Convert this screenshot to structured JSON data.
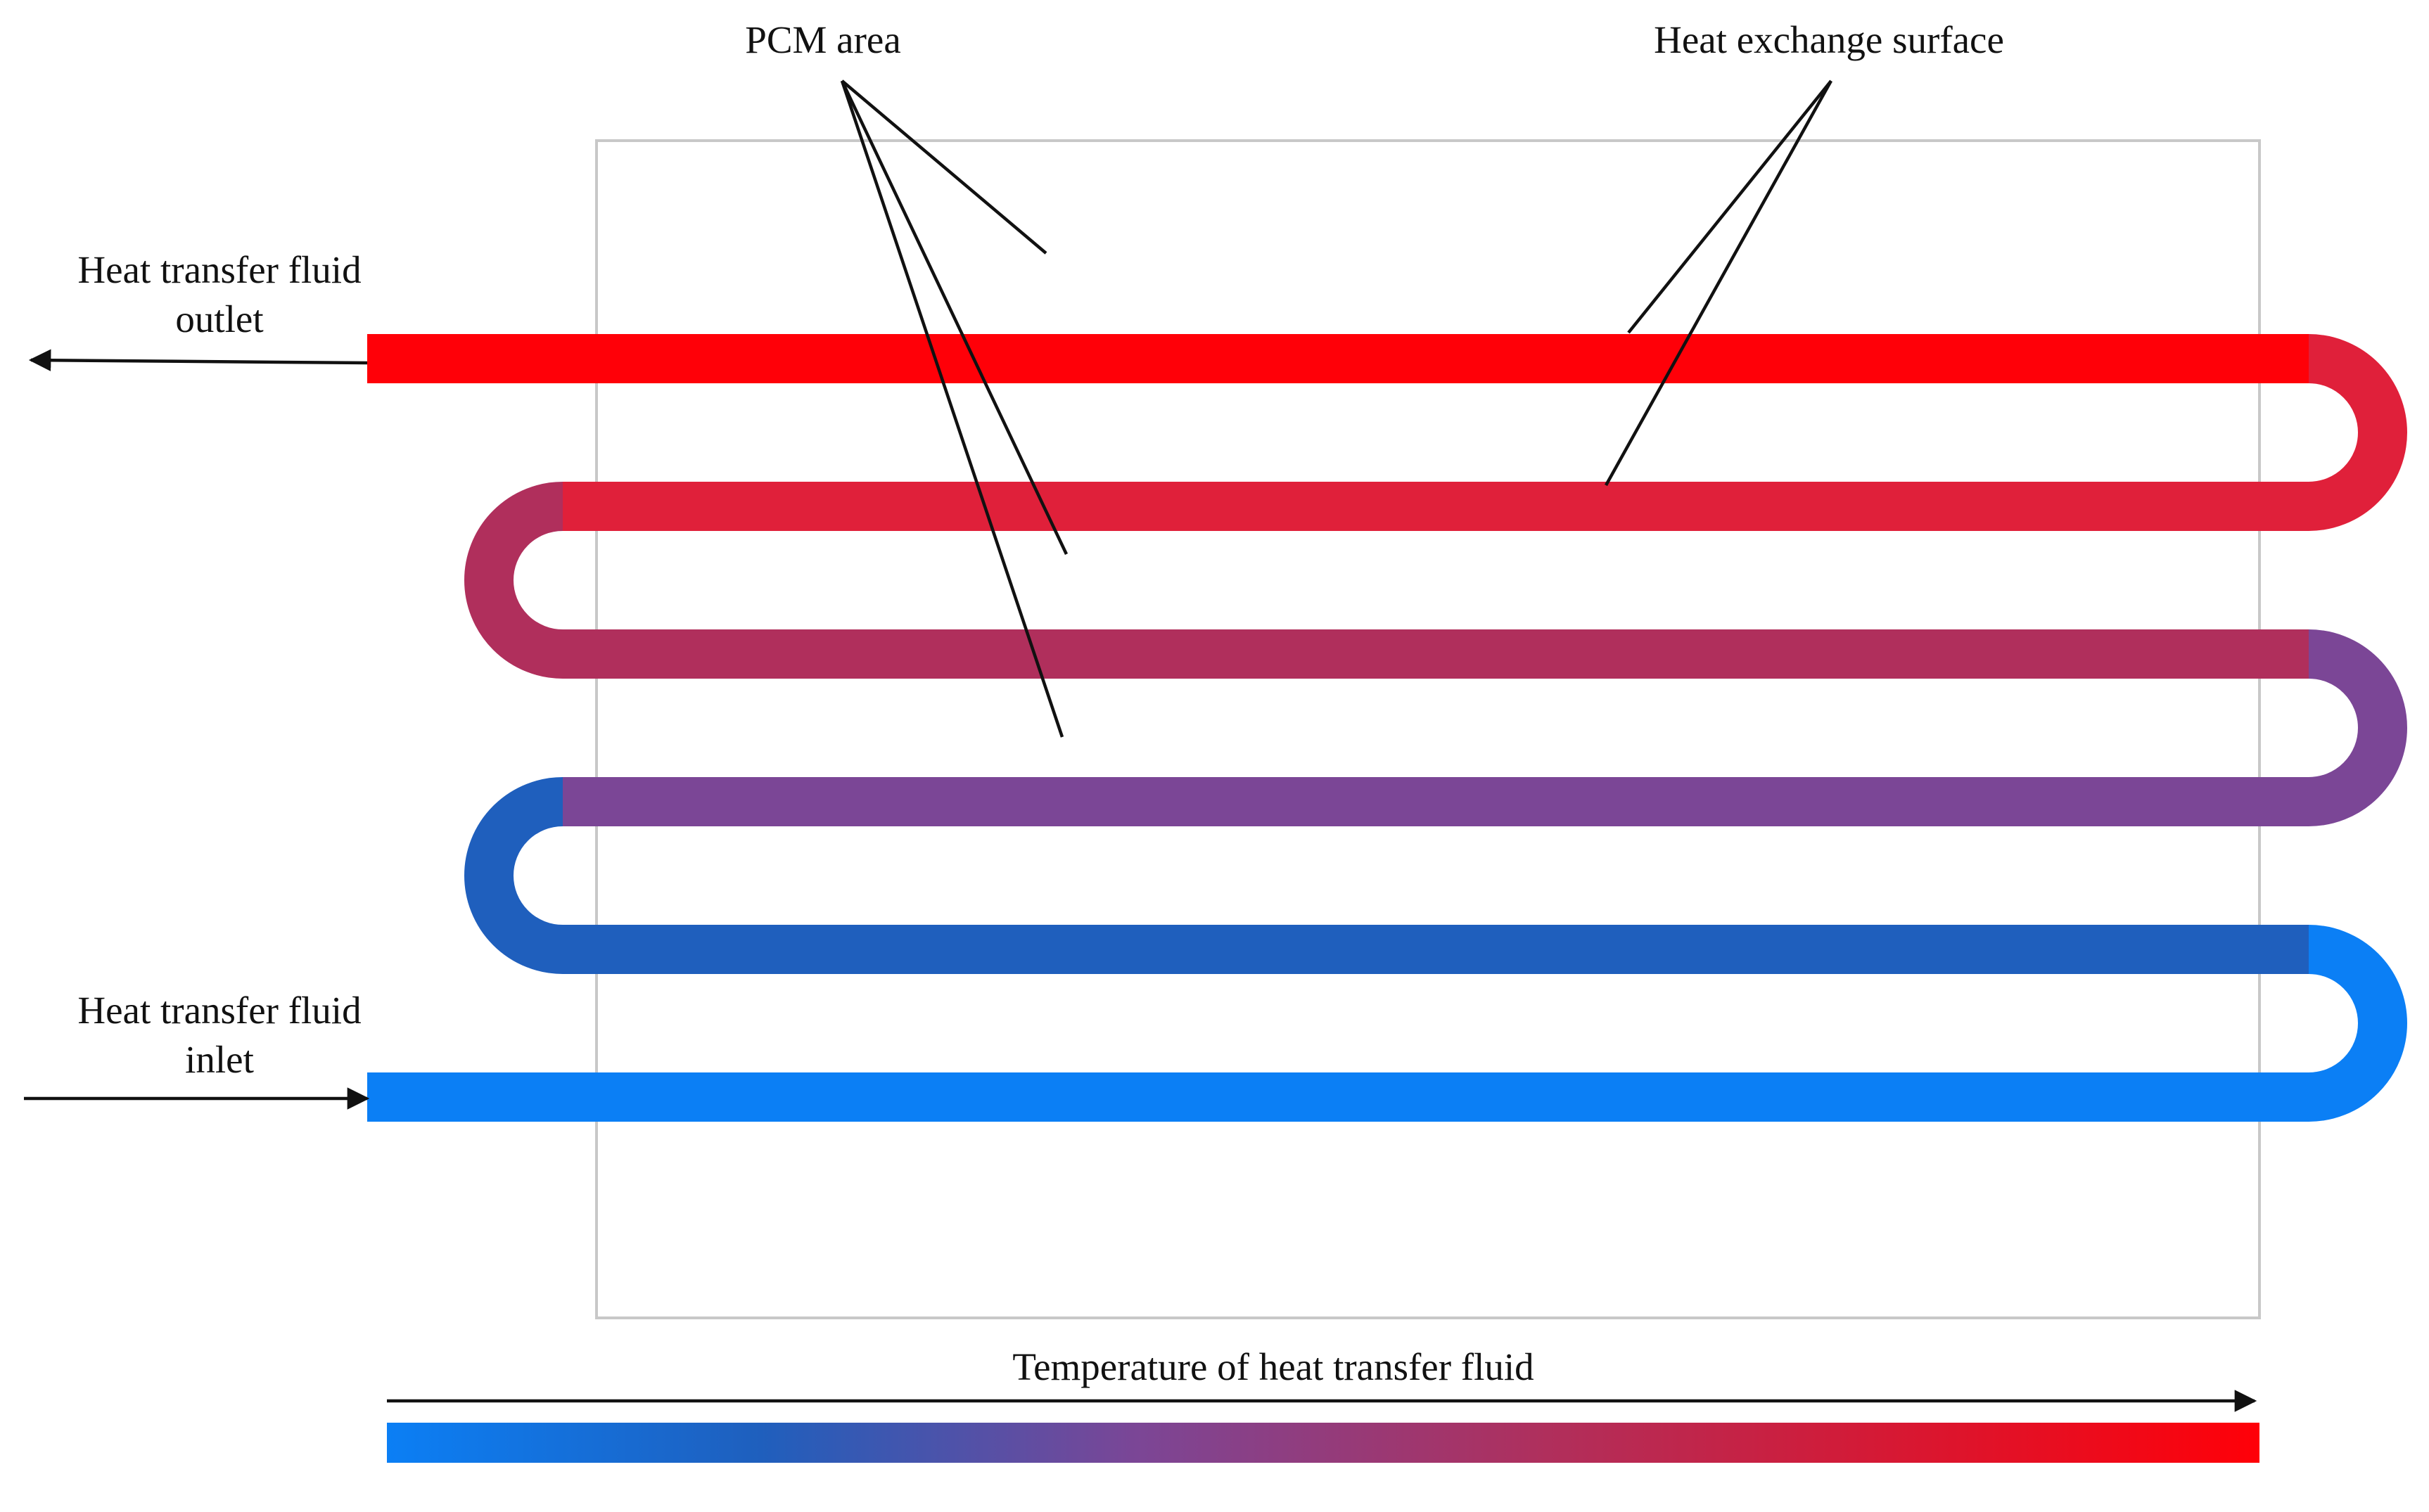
{
  "labels": {
    "pcm_area": "PCM area",
    "heat_exchange_surface": "Heat exchange surface",
    "outlet_line1": "Heat transfer fluid",
    "outlet_line2": "outlet",
    "inlet_line1": "Heat transfer fluid",
    "inlet_line2": "inlet",
    "temperature_axis": "Temperature of heat transfer fluid"
  },
  "colors": {
    "cold": "#0b7ff5",
    "cool": "#1f5fbd",
    "mid": "#7b4696",
    "warm": "#b02f5c",
    "hot": "#ff0008",
    "container_border": "#c8c8c8"
  }
}
